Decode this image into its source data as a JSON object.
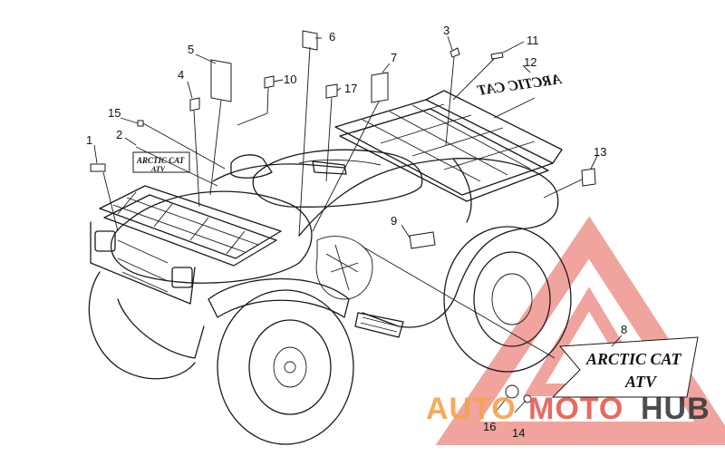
{
  "callouts": [
    {
      "id": "1",
      "text": "1"
    },
    {
      "id": "2",
      "text": "2"
    },
    {
      "id": "3",
      "text": "3"
    },
    {
      "id": "4",
      "text": "4"
    },
    {
      "id": "5",
      "text": "5"
    },
    {
      "id": "6",
      "text": "6"
    },
    {
      "id": "7",
      "text": "7"
    },
    {
      "id": "8",
      "text": "8"
    },
    {
      "id": "9",
      "text": "9"
    },
    {
      "id": "10",
      "text": "10"
    },
    {
      "id": "11",
      "text": "11"
    },
    {
      "id": "12",
      "text": "12"
    },
    {
      "id": "13",
      "text": "13"
    },
    {
      "id": "14",
      "text": "14"
    },
    {
      "id": "15",
      "text": "15"
    },
    {
      "id": "16",
      "text": "16"
    },
    {
      "id": "17",
      "text": "17"
    }
  ],
  "decals": {
    "front_logo_line1": "ARCTIC CAT",
    "front_logo_line2": "ATV",
    "side_logo_line1": "ARCTIC CAT",
    "side_logo_line2": "ATV",
    "rear_logo_mirrored": "ARCTIC CAT"
  },
  "watermark": {
    "part1": "AUTO",
    "part2": "MOTO",
    "part3": "HUB",
    "colors": {
      "auto": "#f4a34a",
      "moto": "#e45a4e",
      "hub": "#3a3a3a",
      "triangle": "#e45a4e"
    }
  }
}
